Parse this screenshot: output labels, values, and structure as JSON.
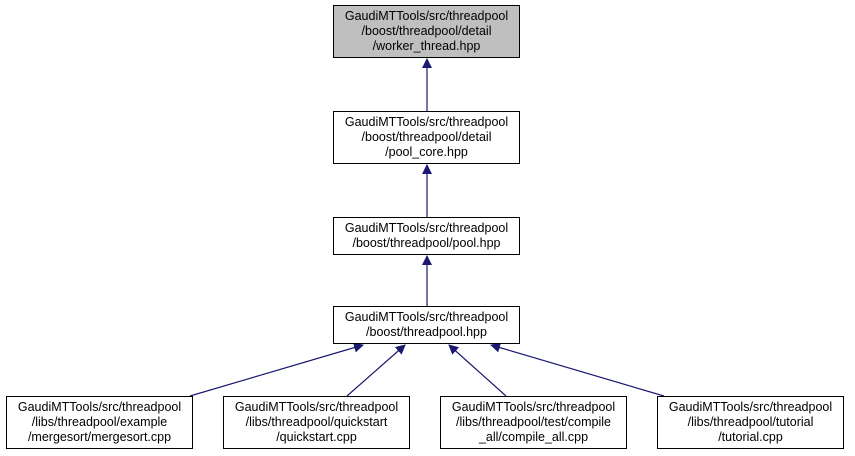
{
  "graph": {
    "colors": {
      "edge": "#191970",
      "current_fill": "#bfbfbf",
      "node_border": "#000000"
    },
    "nodes": [
      {
        "id": "worker_thread",
        "current": true,
        "lines": [
          "GaudiMTTools/src/threadpool",
          "/boost/threadpool/detail",
          "/worker_thread.hpp"
        ]
      },
      {
        "id": "pool_core",
        "lines": [
          "GaudiMTTools/src/threadpool",
          "/boost/threadpool/detail",
          "/pool_core.hpp"
        ]
      },
      {
        "id": "pool",
        "lines": [
          "GaudiMTTools/src/threadpool",
          "/boost/threadpool/pool.hpp"
        ]
      },
      {
        "id": "threadpool",
        "lines": [
          "GaudiMTTools/src/threadpool",
          "/boost/threadpool.hpp"
        ]
      },
      {
        "id": "mergesort",
        "lines": [
          "GaudiMTTools/src/threadpool",
          "/libs/threadpool/example",
          "/mergesort/mergesort.cpp"
        ]
      },
      {
        "id": "quickstart",
        "lines": [
          "GaudiMTTools/src/threadpool",
          "/libs/threadpool/quickstart",
          "/quickstart.cpp"
        ]
      },
      {
        "id": "compile_all",
        "lines": [
          "GaudiMTTools/src/threadpool",
          "/libs/threadpool/test/compile",
          "_all/compile_all.cpp"
        ]
      },
      {
        "id": "tutorial",
        "lines": [
          "GaudiMTTools/src/threadpool",
          "/libs/threadpool/tutorial",
          "/tutorial.cpp"
        ]
      }
    ]
  }
}
